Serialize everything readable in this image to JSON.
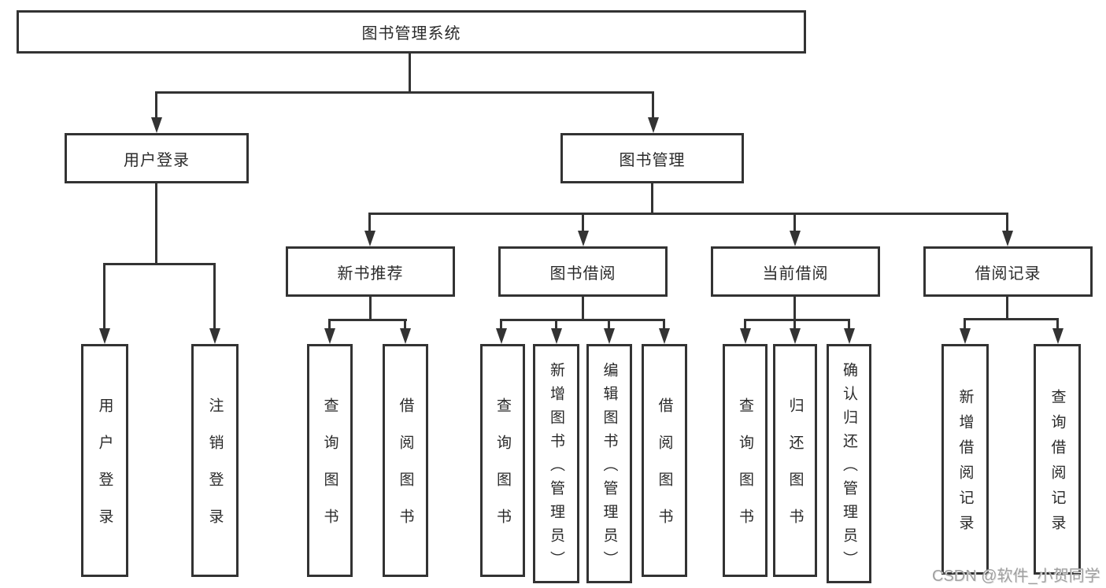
{
  "diagram": {
    "root": {
      "label": "图书管理系统"
    },
    "level2": [
      {
        "label": "用户登录"
      },
      {
        "label": "图书管理"
      }
    ],
    "level3": [
      {
        "label": "新书推荐"
      },
      {
        "label": "图书借阅"
      },
      {
        "label": "当前借阅"
      },
      {
        "label": "借阅记录"
      }
    ],
    "leaves": {
      "user_login": [
        "用户登录",
        "注销登录"
      ],
      "new_book_recommend": [
        "查询图书",
        "借阅图书"
      ],
      "book_borrow": [
        "查询图书",
        "新增图书（管理员）",
        "编辑图书（管理员）",
        "借阅图书"
      ],
      "current_borrow": [
        "查询图书",
        "归还图书",
        "确认归还（管理员）"
      ],
      "borrow_record": [
        "新增借阅记录",
        "查询借阅记录"
      ]
    }
  },
  "watermark": {
    "text": "CSDN @软件_小贺同学"
  },
  "colors": {
    "line": "#333333",
    "text": "#2a2a2a",
    "watermark": "#a0a0a0",
    "background": "#ffffff"
  }
}
